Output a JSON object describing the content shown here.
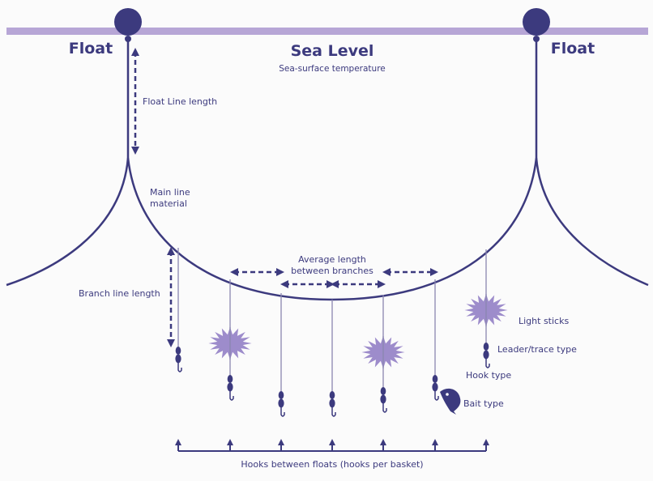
{
  "title": "Sea Level",
  "subtitle": "Sea-surface temperature",
  "float_left": "Float",
  "float_right": "Float",
  "labels": {
    "float_line": "Float Line length",
    "main_line_1": "Main line",
    "main_line_2": "material",
    "branch_line": "Branch line length",
    "avg_length_1": "Average length",
    "avg_length_2": "between branches",
    "light_sticks": "Light sticks",
    "leader": "Leader/trace type",
    "hook_type": "Hook type",
    "bait_type": "Bait type",
    "hooks_between": "Hooks between floats (hooks per basket)"
  },
  "colors": {
    "line": "#3c3a7e",
    "sea": "#b7a6d6",
    "light_stick": "#9d8ccb",
    "branch": "#8a86b0"
  }
}
